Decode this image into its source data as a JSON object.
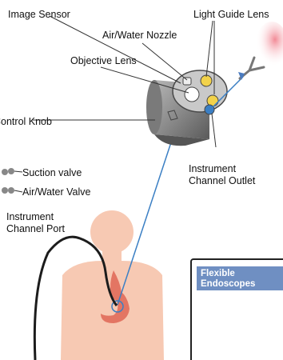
{
  "labels": {
    "image_sensor": "Image Sensor",
    "light_guide_lens": "Light Guide Lens",
    "air_water_nozzle": "Air/Water Nozzle",
    "objective_lens": "Objective Lens",
    "control_knob": "Control Knob",
    "instrument_channel_outlet": "Instrument\nChannel Outlet",
    "suction_valve": "Suction valve",
    "air_water_valve": "Air/Water Valve",
    "instrument_channel_port": "Instrument\nChannel Port"
  },
  "inset": {
    "title": "Flexible\nEndoscopes"
  },
  "colors": {
    "body_silhouette": "#f7c9b3",
    "endoscope_tip": "#8a8a8a",
    "light_guide": "#f2d24a",
    "channel_line": "#3b7fc4",
    "inset_title_bg": "#6f8fc2",
    "forceps_tip": "#f2a0a8"
  }
}
